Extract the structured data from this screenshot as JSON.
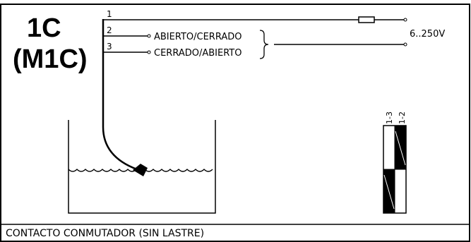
{
  "model": {
    "code": "1C",
    "variant": "(M1C)"
  },
  "wires": [
    {
      "number": "1"
    },
    {
      "number": "2",
      "label": "ABIERTO/CERRADO"
    },
    {
      "number": "3",
      "label": "CERRADO/ABIERTO"
    }
  ],
  "supply_voltage": "6..250V",
  "table_headers": [
    "1-3",
    "1-2"
  ],
  "caption": "CONTACTO CONMUTADOR (SIN LASTRE)"
}
